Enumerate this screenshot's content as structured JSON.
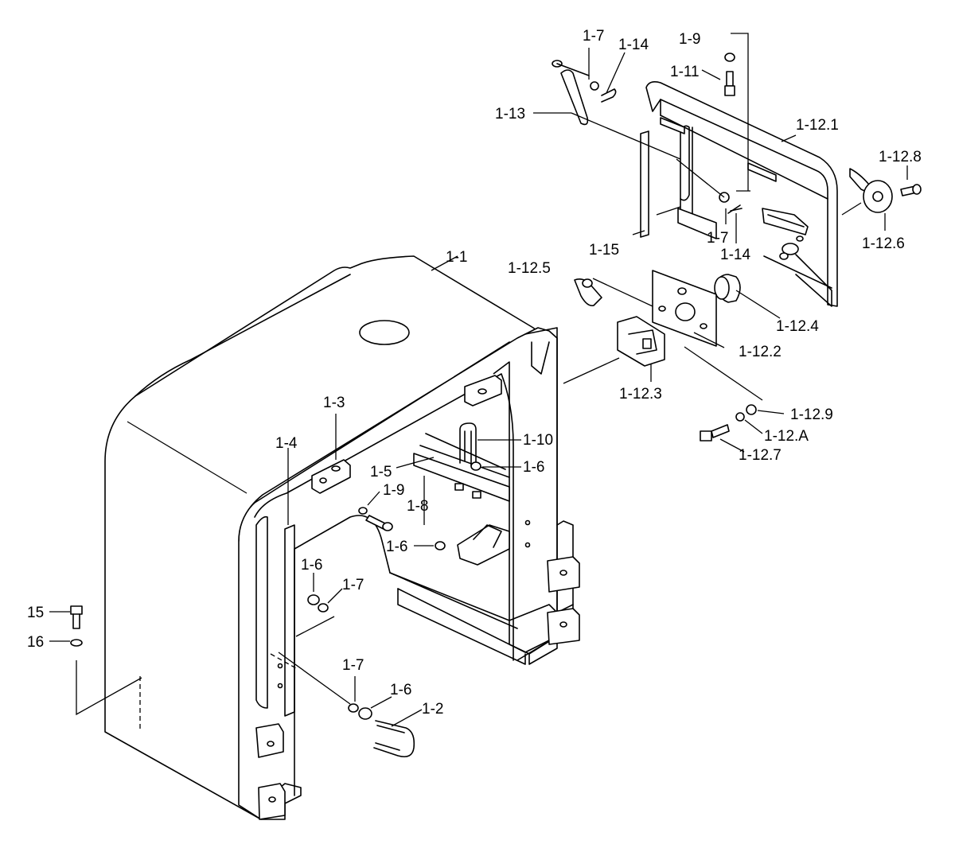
{
  "callouts": {
    "p1_1": "1-1",
    "p1_2": "1-2",
    "p1_3": "1-3",
    "p1_4": "1-4",
    "p1_5": "1-5",
    "p1_6_a": "1-6",
    "p1_6_b": "1-6",
    "p1_6_c": "1-6",
    "p1_6_d": "1-6",
    "p1_7_a": "1-7",
    "p1_7_b": "1-7",
    "p1_7_c": "1-7",
    "p1_7_d": "1-7",
    "p1_8": "1-8",
    "p1_9_a": "1-9",
    "p1_9_b": "1-9",
    "p1_10": "1-10",
    "p1_11": "1-11",
    "p1_12_1": "1-12.1",
    "p1_12_2": "1-12.2",
    "p1_12_3": "1-12.3",
    "p1_12_4": "1-12.4",
    "p1_12_5": "1-12.5",
    "p1_12_6": "1-12.6",
    "p1_12_7": "1-12.7",
    "p1_12_8": "1-12.8",
    "p1_12_9": "1-12.9",
    "p1_12_A": "1-12.A",
    "p1_13": "1-13",
    "p1_14_a": "1-14",
    "p1_14_b": "1-14",
    "p1_15": "1-15",
    "p15": "15",
    "p16": "16"
  }
}
